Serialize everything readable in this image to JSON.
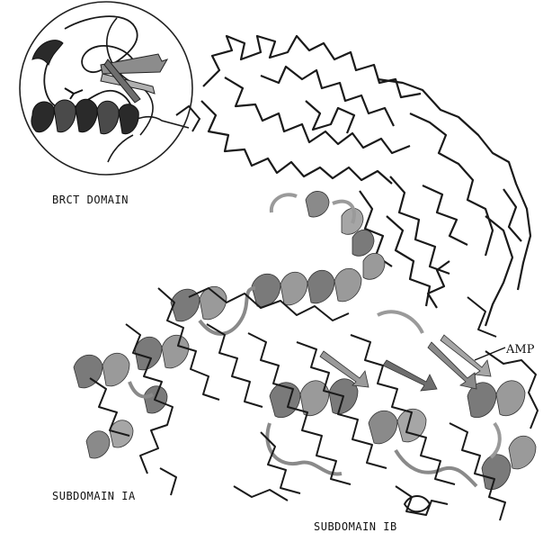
{
  "labels": {
    "brct_domain": "BRCT DOMAIN",
    "subdomain_ia": "SUBDOMAIN IA",
    "subdomain_ib": "SUBDOMAIN IB",
    "amp": "AMP"
  },
  "colors": {
    "backbone_trace": "#1a1a1a",
    "ribbon_fill": "#7a7a7a",
    "ribbon_light": "#a6a6a6",
    "ribbon_dark": "#2a2a2a",
    "inset_circle": "#222222",
    "background": "#ffffff"
  }
}
